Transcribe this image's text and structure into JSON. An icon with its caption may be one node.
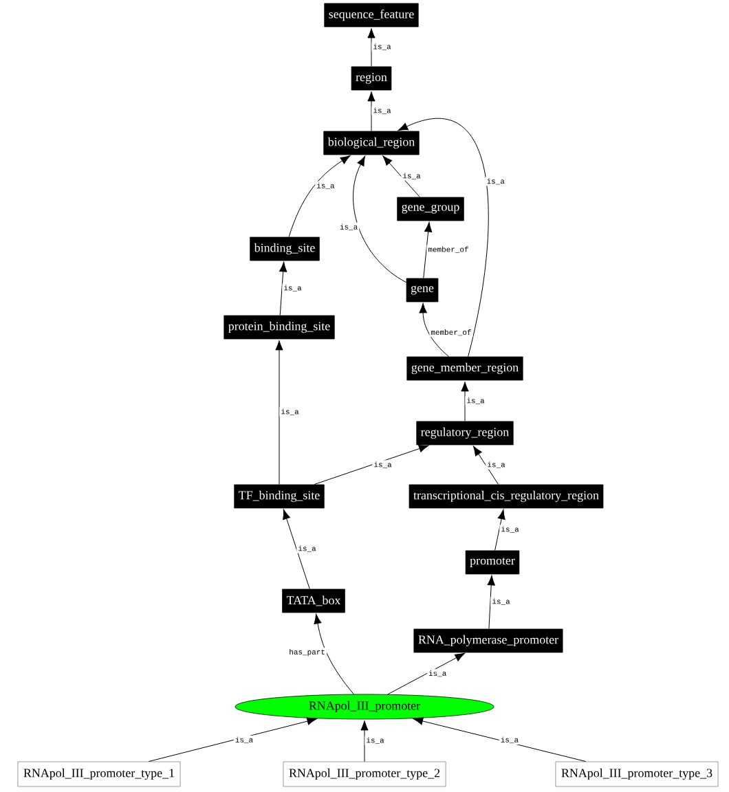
{
  "diagram": {
    "nodes": [
      {
        "text": [
          "sequence_feature"
        ]
      },
      {
        "text": [
          "region"
        ]
      },
      {
        "text": [
          "biological_region"
        ]
      },
      {
        "text": [
          "binding_site"
        ]
      },
      {
        "text": [
          "gene_group"
        ]
      },
      {
        "text": [
          "gene"
        ]
      },
      {
        "text": [
          "protein_binding_site"
        ]
      },
      {
        "text": [
          "gene_member_region"
        ]
      },
      {
        "text": [
          "regulatory_region"
        ]
      },
      {
        "text": [
          "TF_binding_site"
        ]
      },
      {
        "text": [
          "transcriptional_cis_regulatory_region"
        ]
      },
      {
        "text": [
          "promoter"
        ]
      },
      {
        "text": [
          "TATA_box"
        ]
      },
      {
        "text": [
          "RNA_polymerase_promoter"
        ]
      },
      {
        "text": [
          "RNApol_III_promoter"
        ]
      },
      {
        "text": [
          "RNApol_III_promoter_type_1"
        ]
      },
      {
        "text": [
          "RNApol_III_promoter_type_2"
        ]
      },
      {
        "text": [
          "RNApol_III_promoter_type_3"
        ]
      }
    ],
    "edges": [
      {
        "from": 1,
        "to": 0,
        "arrow": "to",
        "label": "is_a"
      },
      {
        "from": 2,
        "to": 1,
        "arrow": "to",
        "label": "is_a"
      },
      {
        "from": 3,
        "to": 2,
        "arrow": "to",
        "label": "is_a"
      },
      {
        "from": 5,
        "to": 2,
        "arrow": "to",
        "label": "is_a"
      },
      {
        "from": 4,
        "to": 2,
        "arrow": "to",
        "label": "is_a"
      },
      {
        "from": 7,
        "to": 2,
        "arrow": "to",
        "label": "is_a"
      },
      {
        "from": 5,
        "to": 4,
        "arrow": "to",
        "label": "member_of"
      },
      {
        "from": 7,
        "to": 5,
        "arrow": "to",
        "label": "member_of"
      },
      {
        "from": 6,
        "to": 3,
        "arrow": "to",
        "label": "is_a"
      },
      {
        "from": 9,
        "to": 6,
        "arrow": "to",
        "label": "is_a"
      },
      {
        "from": 8,
        "to": 7,
        "arrow": "to",
        "label": "is_a"
      },
      {
        "from": 9,
        "to": 8,
        "arrow": "to",
        "label": "is_a"
      },
      {
        "from": 10,
        "to": 8,
        "arrow": "to",
        "label": "is_a"
      },
      {
        "from": 11,
        "to": 10,
        "arrow": "to",
        "label": "is_a"
      },
      {
        "from": 12,
        "to": 9,
        "arrow": "to",
        "label": "is_a"
      },
      {
        "from": 13,
        "to": 11,
        "arrow": "to",
        "label": "is_a"
      },
      {
        "from": 14,
        "to": 12,
        "arrow": "to",
        "label": "has_part"
      },
      {
        "from": 14,
        "to": 13,
        "arrow": "to",
        "label": "is_a"
      },
      {
        "from": 15,
        "to": 14,
        "arrow": "to",
        "label": "is_a"
      },
      {
        "from": 16,
        "to": 14,
        "arrow": "to",
        "label": "is_a"
      },
      {
        "from": 17,
        "to": 14,
        "arrow": "to",
        "label": "is_a"
      }
    ]
  }
}
